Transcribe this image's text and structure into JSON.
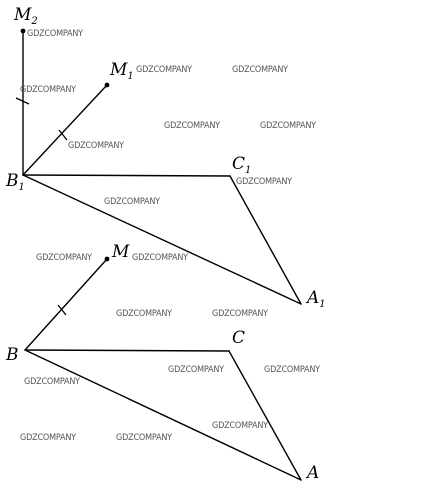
{
  "labels": {
    "M2": {
      "main": "M",
      "sub": "2"
    },
    "M1": {
      "main": "M",
      "sub": "1"
    },
    "B1": {
      "main": "B",
      "sub": "1"
    },
    "C1": {
      "main": "C",
      "sub": "1"
    },
    "A1": {
      "main": "A",
      "sub": "1"
    },
    "M": {
      "main": "M",
      "sub": ""
    },
    "B": {
      "main": "B",
      "sub": ""
    },
    "C": {
      "main": "C",
      "sub": ""
    },
    "A": {
      "main": "A",
      "sub": ""
    }
  },
  "watermark": {
    "text": "GDZCOMPANY",
    "color": "#555555"
  },
  "colors": {
    "line": "#000000",
    "background": "#ffffff"
  }
}
